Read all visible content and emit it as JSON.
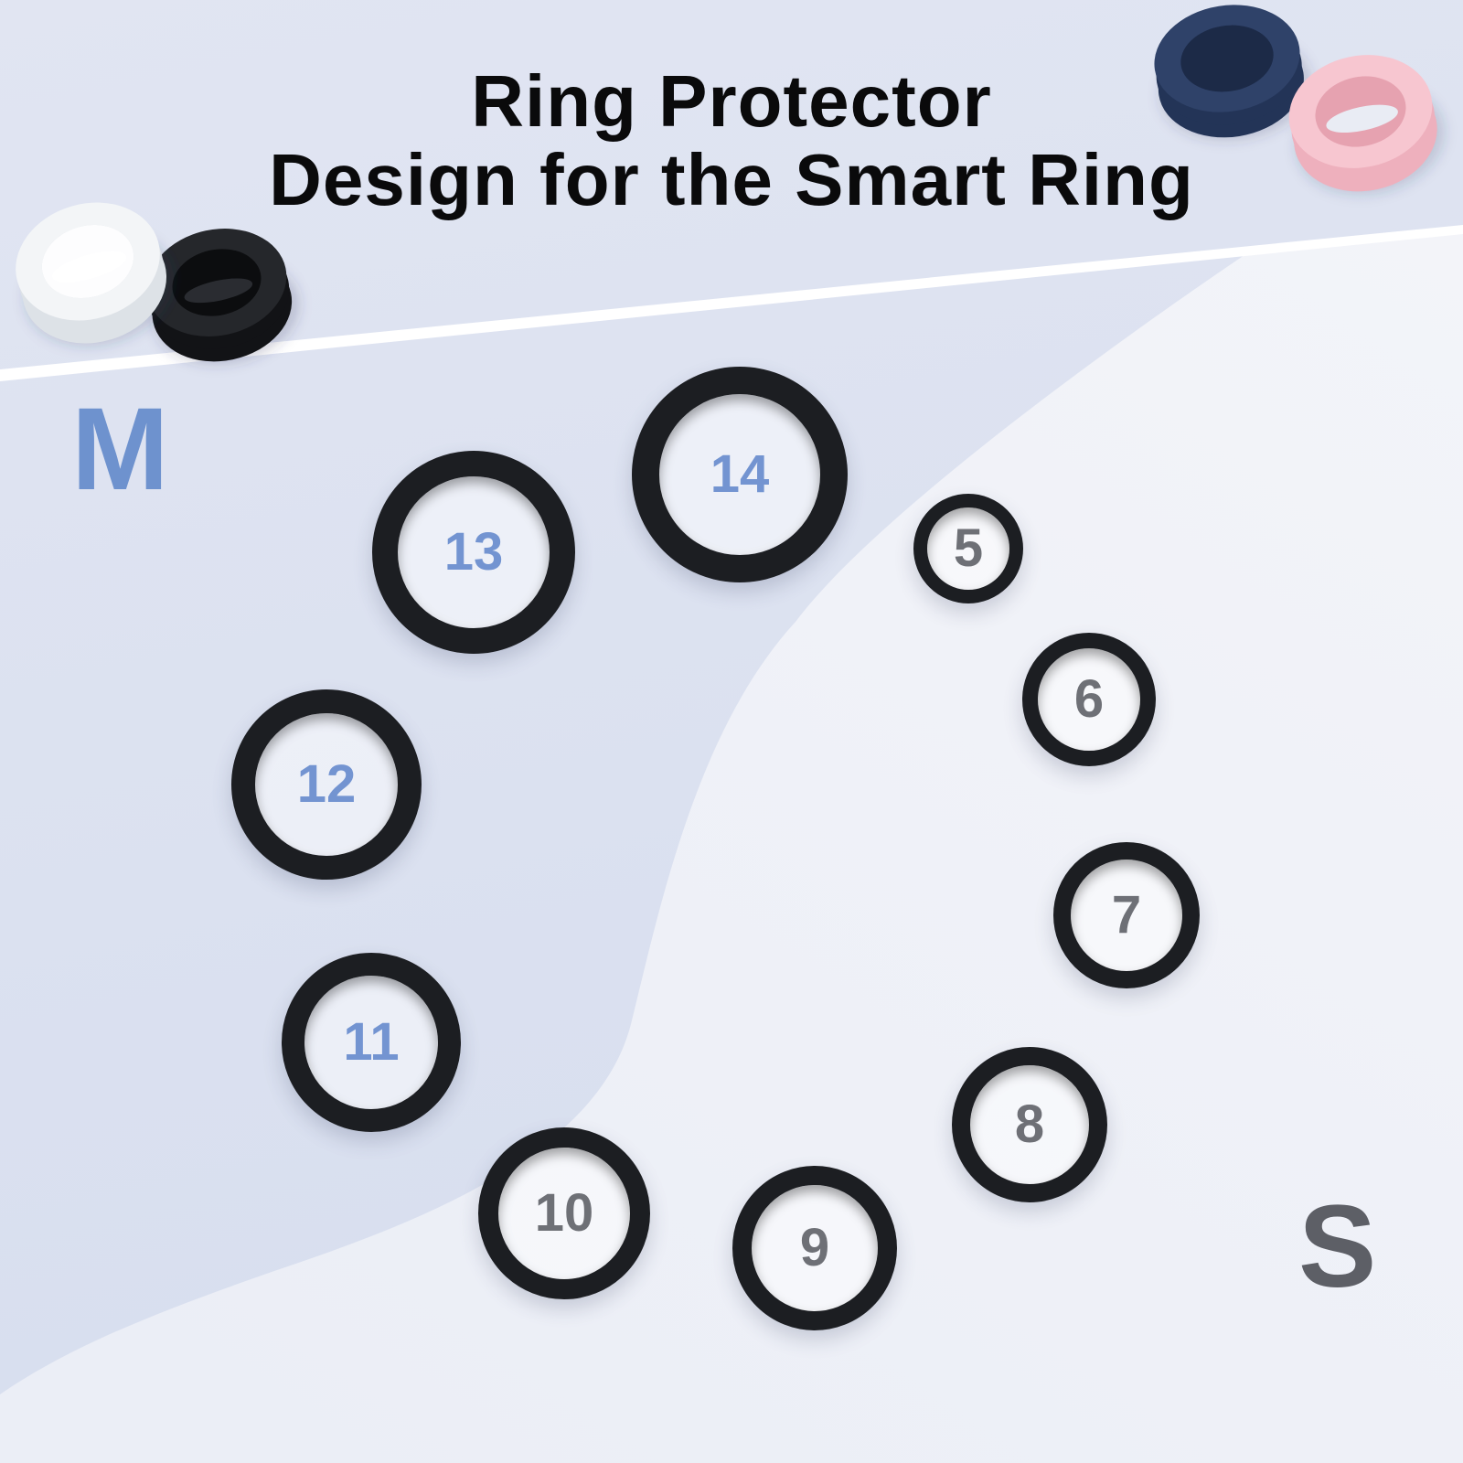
{
  "title": {
    "line1": "Ring Protector",
    "line2": "Design for the Smart Ring"
  },
  "size_groups": {
    "medium": {
      "label": "M"
    },
    "small": {
      "label": "S"
    }
  },
  "size_rings": [
    {
      "label": "14",
      "group": "medium"
    },
    {
      "label": "13",
      "group": "medium"
    },
    {
      "label": "12",
      "group": "medium"
    },
    {
      "label": "11",
      "group": "medium"
    },
    {
      "label": "5",
      "group": "small"
    },
    {
      "label": "6",
      "group": "small"
    },
    {
      "label": "7",
      "group": "small"
    },
    {
      "label": "8",
      "group": "small"
    },
    {
      "label": "9",
      "group": "small"
    },
    {
      "label": "10",
      "group": "small"
    }
  ],
  "product_rings": [
    {
      "name": "white-silicone-ring-cover",
      "color": "#f3f5f7"
    },
    {
      "name": "black-silicone-ring-cover",
      "color": "#25272b"
    },
    {
      "name": "navy-silicone-ring-cover",
      "color": "#2f4269"
    },
    {
      "name": "pink-silicone-ring-cover",
      "color": "#f7c6d0"
    }
  ],
  "colors": {
    "background_top": "#e1e5f2",
    "background_medium": "#dbe1f0",
    "background_small": "#eef0f7",
    "divider": "#ffffff",
    "ring_black": "#1c1e22",
    "number_medium": "#7394d1",
    "number_small": "#6e7076",
    "label_medium": "#6e92ce",
    "label_small": "#5d5f66",
    "title": "#0a0a0b",
    "product_white": "#f3f5f7",
    "product_white_side": "#dde2e7",
    "product_white_inner": "#fdfdfe",
    "product_black": "#25272b",
    "product_black_side": "#121316",
    "product_black_inner": "#0c0d0f",
    "product_navy": "#2f4269",
    "product_navy_side": "#233457",
    "product_navy_inner": "#1c2a47",
    "product_pink": "#f7c6d0",
    "product_pink_side": "#eeb0bd",
    "product_pink_inner": "#e6a2b0"
  }
}
